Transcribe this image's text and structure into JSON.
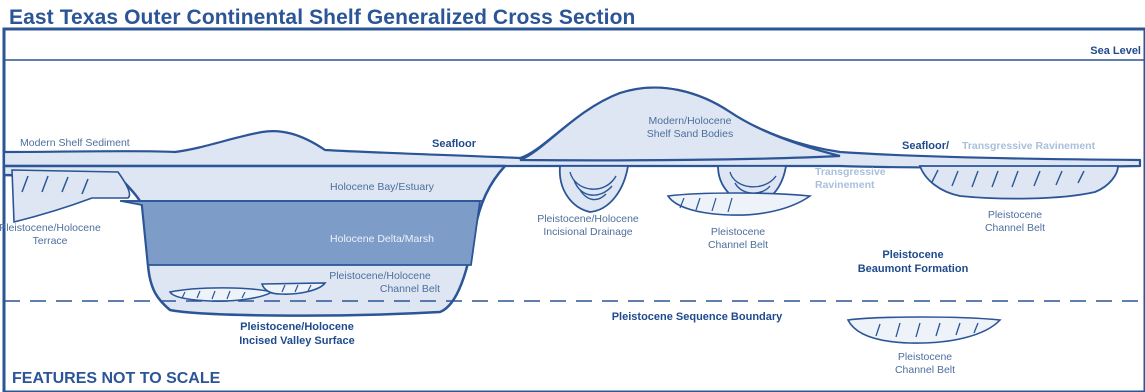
{
  "title": "East Texas Outer Continental Shelf Generalized Cross Section",
  "labels": {
    "sea_level": "Sea Level",
    "modern_shelf_sediment": "Modern Shelf Sediment",
    "seafloor": "Seafloor",
    "modern_holocene_line1": "Modern/Holocene",
    "modern_holocene_line2": "Shelf Sand Bodies",
    "seafloor_right": "Seafloor/",
    "transgressive_ravinement_inline": "Transgressive Ravinement",
    "transgressive": "Transgressive",
    "ravinement": "Ravinement",
    "holocene_bay": "Holocene Bay/Estuary",
    "holocene_delta": "Holocene Delta/Marsh",
    "pleist_holo_terrace_line1": "Pleistocene/Holocene",
    "pleist_holo_terrace_line2": "Terrace",
    "pleist_holo_channel_line1": "Pleistocene/Holocene",
    "pleist_holo_channel_line2": "Channel Belt",
    "incisional_line1": "Pleistocene/Holocene",
    "incisional_line2": "Incisional Drainage",
    "channel_belt_mid_line1": "Pleistocene",
    "channel_belt_mid_line2": "Channel Belt",
    "channel_belt_right_line1": "Pleistocene",
    "channel_belt_right_line2": "Channel Belt",
    "beaumont_line1": "Pleistocene",
    "beaumont_line2": "Beaumont Formation",
    "incised_valley_line1": "Pleistocene/Holocene",
    "incised_valley_line2": "Incised Valley Surface",
    "sequence_boundary": "Pleistocene Sequence Boundary",
    "channel_belt_low_line1": "Pleistocene",
    "channel_belt_low_line2": "Channel Belt",
    "features_not_to_scale": "FEATURES NOT TO SCALE"
  },
  "colors": {
    "outline": "#2b5597",
    "light_fill": "#dde6f2",
    "mid_fill": "#a9bfdc",
    "dark_fill": "#7d9cc8",
    "bold_text": "#1f4a8c"
  }
}
